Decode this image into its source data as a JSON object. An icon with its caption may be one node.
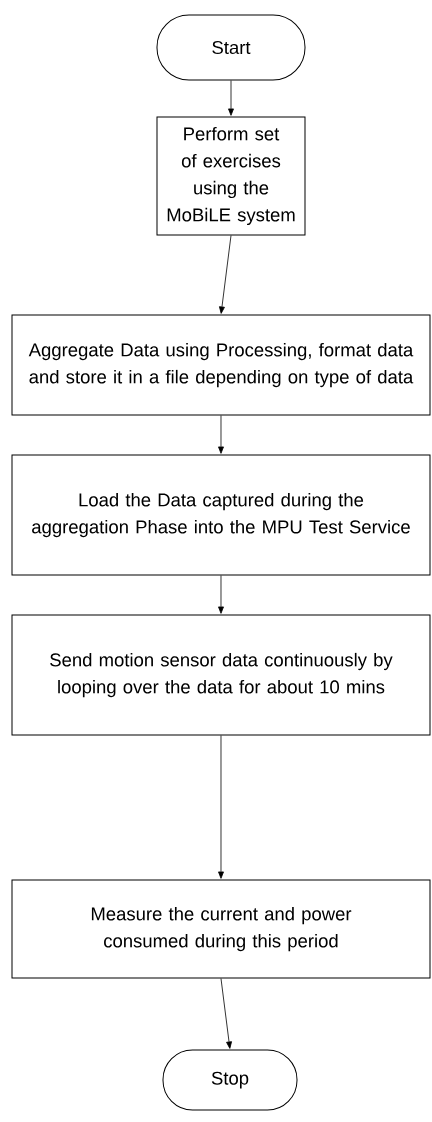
{
  "diagram": {
    "nodes": [
      {
        "text": [
          "Start"
        ]
      },
      {
        "text": [
          "Perform set of exercises using the MoBiLE system"
        ]
      },
      {
        "text": [
          "Aggregate Data using Processing, format data and store it in a file depending on type of data"
        ]
      },
      {
        "text": [
          "Load the Data captured during the aggregation Phase into the MPU Test Service"
        ]
      },
      {
        "text": [
          "Send motion sensor data continuously by looping over the data for about 10 mins"
        ]
      },
      {
        "text": [
          "Measure the current and power consumed during this period"
        ]
      },
      {
        "text": [
          "Stop"
        ]
      }
    ],
    "edges": [
      {
        "from": 0,
        "to": 1,
        "arrow": "to"
      },
      {
        "from": 1,
        "to": 2,
        "arrow": "to"
      },
      {
        "from": 2,
        "to": 3,
        "arrow": "to"
      },
      {
        "from": 3,
        "to": 4,
        "arrow": "to"
      },
      {
        "from": 4,
        "to": 5,
        "arrow": "to"
      },
      {
        "from": 5,
        "to": 6,
        "arrow": "to"
      }
    ]
  }
}
